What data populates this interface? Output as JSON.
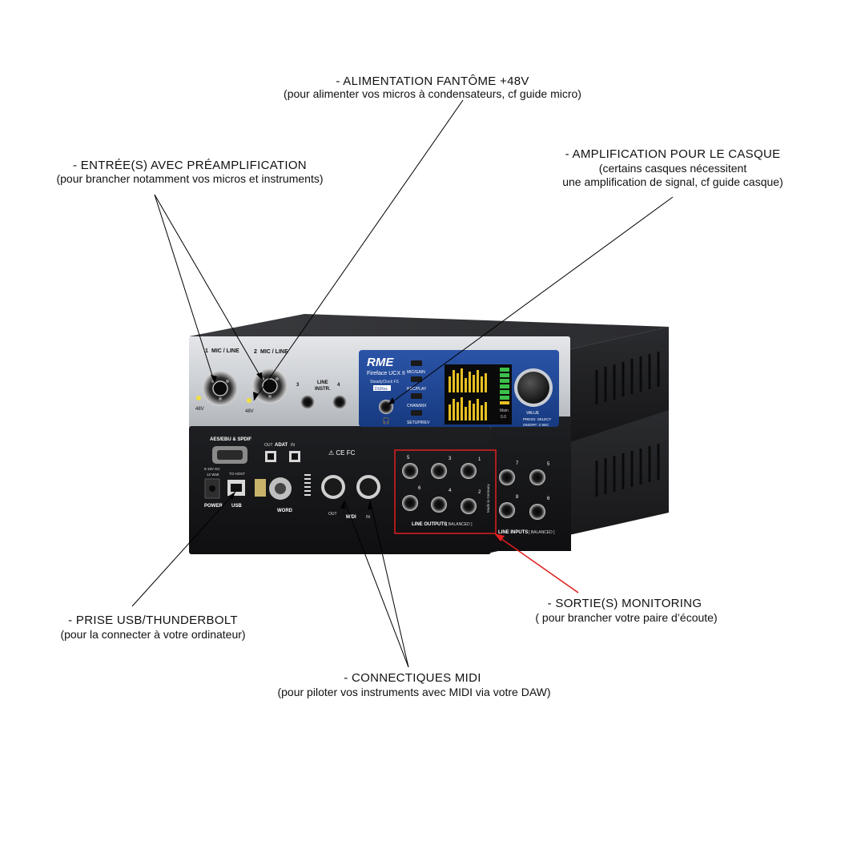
{
  "annotations": {
    "phantom": {
      "title": "- ALIMENTATION FANTÔME +48V",
      "desc": "(pour alimenter vos micros à condensateurs, cf guide micro)"
    },
    "preamp": {
      "title": "- ENTRÉE(S) AVEC PRÉAMPLIFICATION",
      "desc": "(pour brancher notamment vos micros et instruments)"
    },
    "headphone": {
      "title": "- AMPLIFICATION POUR LE CASQUE",
      "desc1": "(certains casques nécessitent",
      "desc2": "une amplification de signal, cf guide casque)"
    },
    "usb": {
      "title": "- PRISE USB/THUNDERBOLT",
      "desc": "(pour la connecter à votre ordinateur)"
    },
    "monitoring": {
      "title": "- SORTIE(S) MONITORING",
      "desc": "( pour brancher votre paire d’écoute)"
    },
    "midi": {
      "title": "- CONNECTIQUES MIDI",
      "desc": "(pour piloter vos instruments avec MIDI via votre DAW)"
    }
  },
  "device": {
    "front": {
      "ch1": "MIC / LINE",
      "ch1_num": "1",
      "ch2": "MIC / LINE",
      "ch2_num": "2",
      "p48a": "48V",
      "p48b": "48V",
      "line_instr": "LINE",
      "line_instr2": "INSTR.",
      "ch3": "3",
      "ch4": "4",
      "brand": "RME",
      "model": "Fireface UCX II",
      "steady": "SteadyClock FS",
      "duplex": "DURec",
      "btn1": "MIC/GAIN",
      "btn2": "REC/PLAY",
      "btn3": "CHAN/MIX",
      "btn4": "SETUP/REV",
      "value": "VALUE",
      "press": "PRESS: SELECT",
      "onoff": "ON/OFF: 2 SEC",
      "meter_main": "Main",
      "meter_val": "0.0"
    },
    "back": {
      "aes": "AES/EBU & SPDIF",
      "power_spec1": "9-18V DC",
      "power_spec2": "12 Watt",
      "power": "POWER",
      "to_host": "TO HOST",
      "usb": "USB",
      "word": "WORD",
      "out": "OUT",
      "adat": "ADAT",
      "in": "IN",
      "midi": "MIDI",
      "midi_out": "OUT",
      "midi_in": "IN",
      "made": "Made in Germany",
      "line_outputs": "LINE OUTPUTS",
      "line_outputs_bal": "[ BALANCED ]",
      "line_inputs": "LINE INPUTS",
      "line_inputs_bal": "[ BALANCED ]",
      "out_nums": [
        "5",
        "3",
        "1",
        "6",
        "4",
        "2"
      ],
      "in_nums": [
        "7",
        "5",
        "8",
        "6"
      ]
    }
  },
  "colors": {
    "highlight": "#e01f1f",
    "panel_blue": "#1d3f8c",
    "body_dark": "#1c1c1e"
  }
}
